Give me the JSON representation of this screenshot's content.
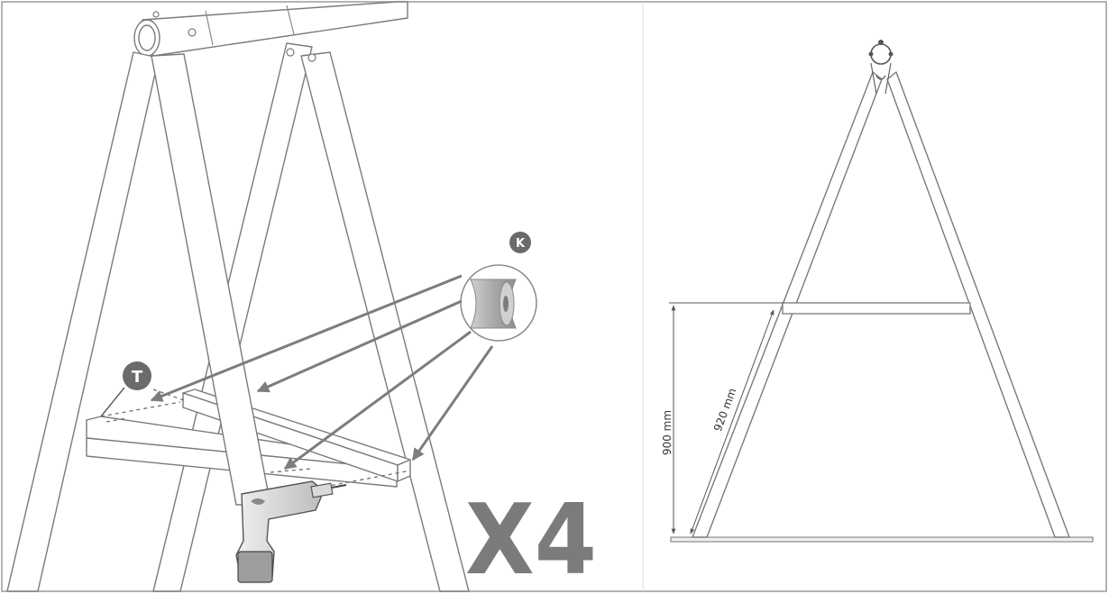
{
  "badges": {
    "k_label": "K",
    "t_label": "T"
  },
  "multiplier_label": "X4",
  "dimensions": {
    "vertical": "900 mm",
    "diagonal": "920 mm"
  },
  "colors": {
    "outline": "#7a7a7a",
    "badge": "#6b6b6b",
    "arrow": "#7d7d7d",
    "multiplier": "#7b7b7b"
  }
}
